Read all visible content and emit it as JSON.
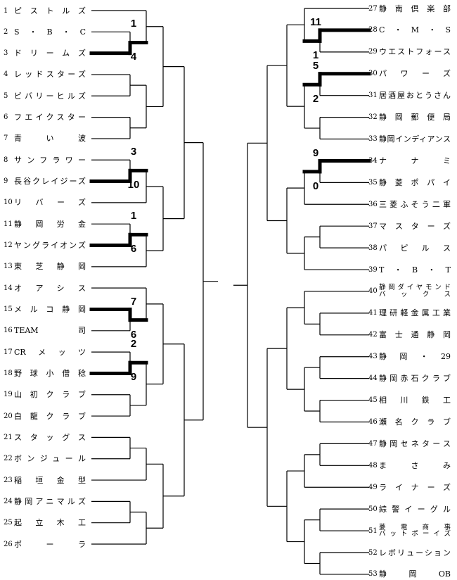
{
  "teams": [
    {
      "no": "1",
      "name": "ピストルズ"
    },
    {
      "no": "2",
      "name": "S・B・C"
    },
    {
      "no": "3",
      "name": "ドリームズ"
    },
    {
      "no": "4",
      "name": "レッドスターズ"
    },
    {
      "no": "5",
      "name": "ビバリーヒルズ"
    },
    {
      "no": "6",
      "name": "フエイクスター"
    },
    {
      "no": "7",
      "name": "青い波"
    },
    {
      "no": "8",
      "name": "サンフラワー"
    },
    {
      "no": "9",
      "name": "長谷クレイジーズ"
    },
    {
      "no": "10",
      "name": "リバーズ"
    },
    {
      "no": "11",
      "name": "静岡労金"
    },
    {
      "no": "12",
      "name": "ヤングライオンズ"
    },
    {
      "no": "13",
      "name": "東芝静岡"
    },
    {
      "no": "14",
      "name": "オアシス"
    },
    {
      "no": "15",
      "name": "メルコ静岡"
    },
    {
      "no": "16",
      "name": "TEAM司"
    },
    {
      "no": "17",
      "name": "CRメッツ"
    },
    {
      "no": "18",
      "name": "野球小僧稔"
    },
    {
      "no": "19",
      "name": "山初クラブ"
    },
    {
      "no": "20",
      "name": "白龍クラブ"
    },
    {
      "no": "21",
      "name": "スタッグス"
    },
    {
      "no": "22",
      "name": "ボンジュール"
    },
    {
      "no": "23",
      "name": "稲垣金型"
    },
    {
      "no": "24",
      "name": "静岡アニマルズ"
    },
    {
      "no": "25",
      "name": "起立木工"
    },
    {
      "no": "26",
      "name": "ポーラ"
    },
    {
      "no": "27",
      "name": "静南倶楽部"
    },
    {
      "no": "28",
      "name": "C・M・S"
    },
    {
      "no": "29",
      "name": "ウエストフォース"
    },
    {
      "no": "30",
      "name": "パワーズ"
    },
    {
      "no": "31",
      "name": "居酒屋おとうさん"
    },
    {
      "no": "32",
      "name": "静岡郵便局"
    },
    {
      "no": "33",
      "name": "静岡インディアンス"
    },
    {
      "no": "34",
      "name": "ナナミ"
    },
    {
      "no": "35",
      "name": "静菱ポパイ"
    },
    {
      "no": "36",
      "name": "三菱ふそう二軍"
    },
    {
      "no": "37",
      "name": "マスターズ"
    },
    {
      "no": "38",
      "name": "パピルス"
    },
    {
      "no": "39",
      "name": "T・B・T"
    },
    {
      "no": "40",
      "name": "静岡ダイヤモンド\nバックス"
    },
    {
      "no": "41",
      "name": "理研軽金属工業"
    },
    {
      "no": "42",
      "name": "富士通静岡"
    },
    {
      "no": "43",
      "name": "静岡・29"
    },
    {
      "no": "44",
      "name": "静岡赤石クラブ"
    },
    {
      "no": "45",
      "name": "相川鉄工"
    },
    {
      "no": "46",
      "name": "瀬名クラブ"
    },
    {
      "no": "47",
      "name": "静岡セネタース"
    },
    {
      "no": "48",
      "name": "まさみ"
    },
    {
      "no": "49",
      "name": "ライナーズ"
    },
    {
      "no": "50",
      "name": "綜警イーグル"
    },
    {
      "no": "51",
      "name": "菱電商事\nバットボーイズ"
    },
    {
      "no": "52",
      "name": "レボリューション"
    },
    {
      "no": "53",
      "name": "静岡OB"
    }
  ],
  "results": [
    {
      "teams": [
        2,
        3
      ],
      "scores": [
        "1",
        "4"
      ],
      "winner": 3
    },
    {
      "teams": [
        8,
        9
      ],
      "scores": [
        "3",
        "10"
      ],
      "winner": 9
    },
    {
      "teams": [
        11,
        12
      ],
      "scores": [
        "1",
        "6"
      ],
      "winner": 12
    },
    {
      "teams": [
        15,
        16
      ],
      "scores": [
        "7",
        "6"
      ],
      "winner": 15
    },
    {
      "teams": [
        17,
        18
      ],
      "scores": [
        "2",
        "9"
      ],
      "winner": 18
    },
    {
      "teams": [
        28,
        29
      ],
      "scores": [
        "11",
        "1"
      ],
      "winner": 28
    },
    {
      "teams": [
        30,
        31
      ],
      "scores": [
        "5",
        "2"
      ],
      "winner": 30
    },
    {
      "teams": [
        34,
        35
      ],
      "scores": [
        "9",
        "0"
      ],
      "winner": 34
    }
  ],
  "colors": {
    "line": "#000000",
    "background": "#ffffff"
  }
}
